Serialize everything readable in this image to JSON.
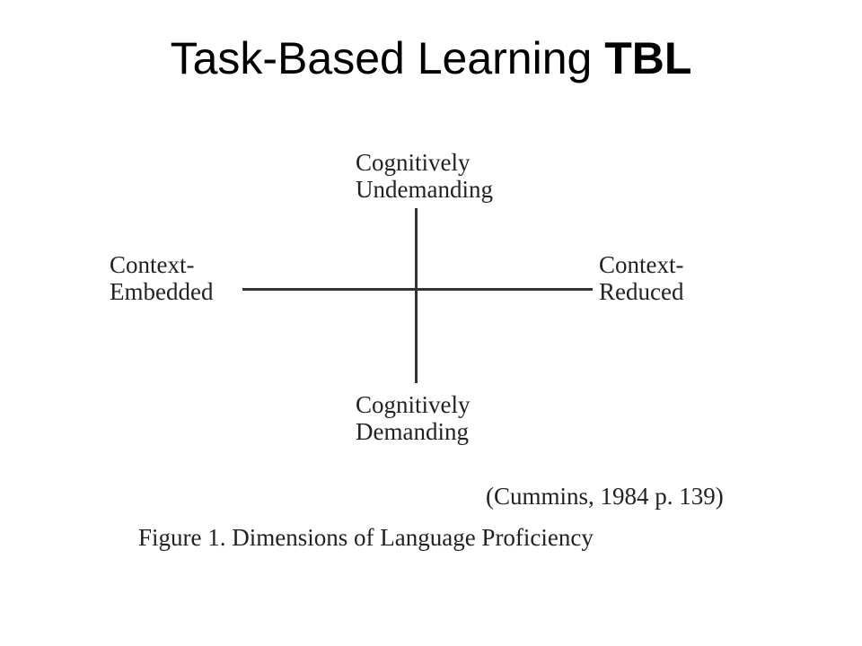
{
  "slide": {
    "title_regular": "Task-Based Learning ",
    "title_bold": "TBL"
  },
  "figure": {
    "top_label": [
      "Cognitively",
      "Undemanding"
    ],
    "bottom_label": [
      "Cognitively",
      "Demanding"
    ],
    "left_label": [
      "Context-",
      "Embedded"
    ],
    "right_label": [
      "Context-",
      "Reduced"
    ],
    "citation": "(Cummins, 1984 p. 139)",
    "caption": "Figure 1. Dimensions of Language Proficiency"
  }
}
